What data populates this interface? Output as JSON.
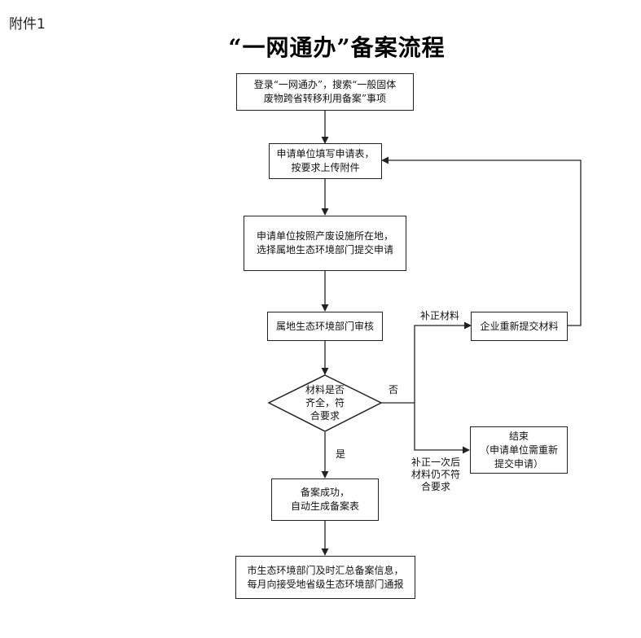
{
  "attachment_label": "附件1",
  "title": "“一网通办”备案流程",
  "steps": {
    "login": "登录“一网通办”，搜索“一般固体\n废物跨省转移利用备案”事项",
    "fill_form": "申请单位填写申请表，\n按要求上传附件",
    "select_dept": "申请单位按照产废设施所在地，\n选择属地生态环境部门提交申请",
    "review": "属地生态环境部门审核",
    "decision": "材料是否\n齐全，符\n合要求",
    "resubmit": "企业重新提交材料",
    "end": "结束\n（申请单位需重新\n提交申请）",
    "success": "备案成功，\n自动生成备案表",
    "report": "市生态环境部门及时汇总备案信息，\n每月向接受地省级生态环境部门通报"
  },
  "edge_labels": {
    "no": "否",
    "yes": "是",
    "supplement": "补正材料",
    "still_fail": "补正一次后\n材料仍不符\n合要求"
  }
}
